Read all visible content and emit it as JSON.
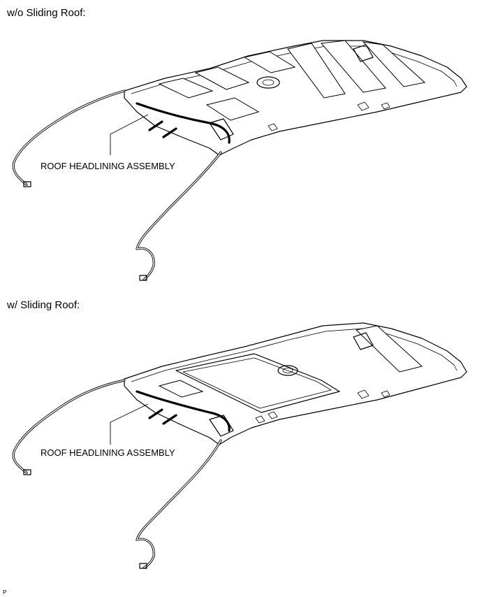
{
  "diagrams": [
    {
      "title": "w/o Sliding Roof:",
      "callout": "ROOF HEADLINING ASSEMBLY"
    },
    {
      "title": "w/ Sliding Roof:",
      "callout": "ROOF HEADLINING ASSEMBLY"
    }
  ],
  "figure_code": "P",
  "icons": [
    "roof-headlining-without-sliding-roof-illustration",
    "roof-headlining-with-sliding-roof-illustration"
  ]
}
